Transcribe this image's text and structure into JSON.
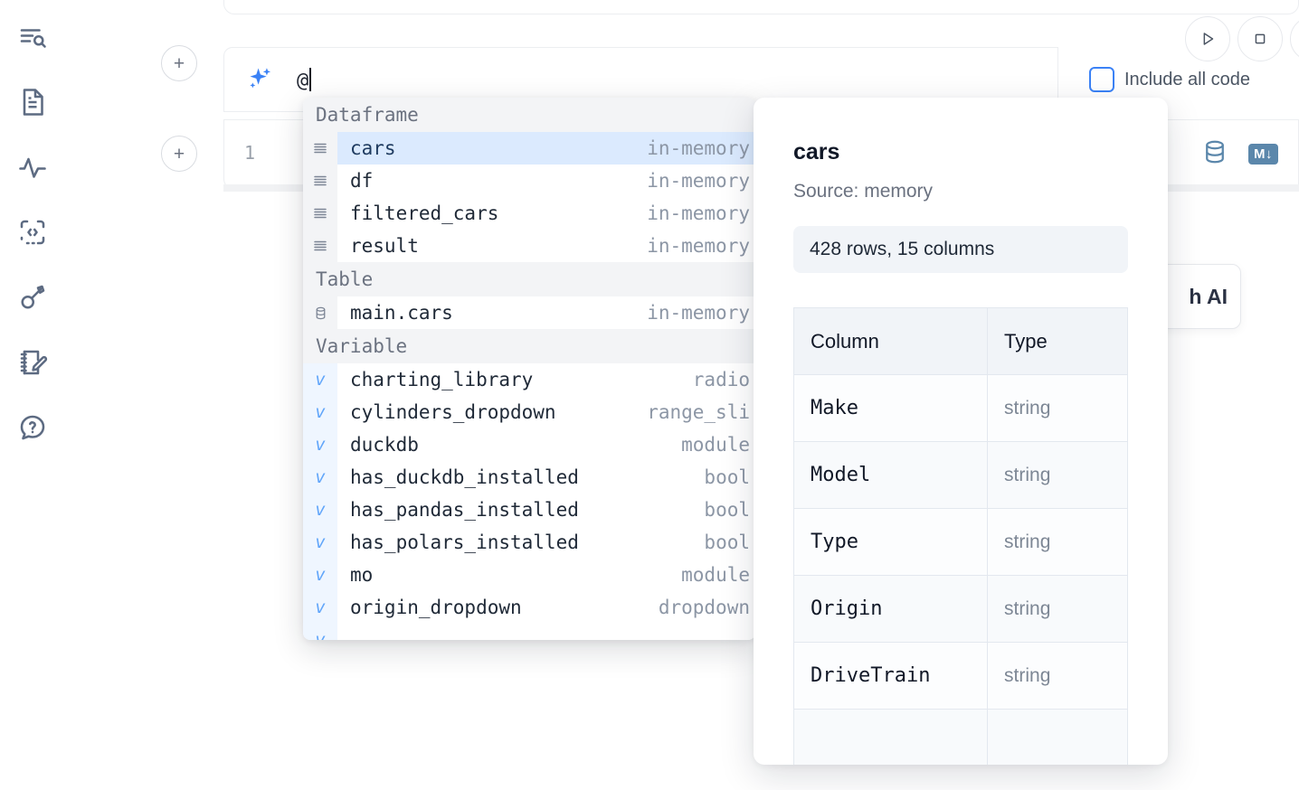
{
  "sidebar": {
    "items": [
      {
        "name": "outline-search-icon",
        "label": "Outline / Search"
      },
      {
        "name": "file-text-icon",
        "label": "Notebook file"
      },
      {
        "name": "activity-pulse-icon",
        "label": "Activity"
      },
      {
        "name": "code-snippet-icon",
        "label": "Snippets"
      },
      {
        "name": "key-icon",
        "label": "Secrets"
      },
      {
        "name": "scratchpad-edit-icon",
        "label": "Scratchpad"
      },
      {
        "name": "help-chat-icon",
        "label": "Help"
      }
    ]
  },
  "prompt": {
    "add_button_label": "+",
    "sparkle_icon": "ai-sparkle-icon",
    "text": "@",
    "include_all_code_label": "Include all code",
    "run_icon": "play-icon",
    "stop_icon": "stop-icon"
  },
  "code_cell": {
    "line_number": "1",
    "database_icon": "database-icon",
    "markdown_badge": "M↓"
  },
  "ai_panel": {
    "label": "h AI"
  },
  "autocomplete": {
    "groups": [
      {
        "label": "Dataframe",
        "icon": "dataframe-rows-icon",
        "items": [
          {
            "name": "cars",
            "type": "in-memory",
            "selected": true
          },
          {
            "name": "df",
            "type": "in-memory",
            "selected": false
          },
          {
            "name": "filtered_cars",
            "type": "in-memory",
            "selected": false
          },
          {
            "name": "result",
            "type": "in-memory",
            "selected": false
          }
        ]
      },
      {
        "label": "Table",
        "icon": "database-icon",
        "items": [
          {
            "name": "main.cars",
            "type": "in-memory",
            "selected": false
          }
        ]
      },
      {
        "label": "Variable",
        "icon": "variable-icon",
        "items": [
          {
            "name": "charting_library",
            "type": "radio",
            "selected": false
          },
          {
            "name": "cylinders_dropdown",
            "type": "range_sli",
            "selected": false
          },
          {
            "name": "duckdb",
            "type": "module",
            "selected": false
          },
          {
            "name": "has_duckdb_installed",
            "type": "bool",
            "selected": false
          },
          {
            "name": "has_pandas_installed",
            "type": "bool",
            "selected": false
          },
          {
            "name": "has_polars_installed",
            "type": "bool",
            "selected": false
          },
          {
            "name": "mo",
            "type": "module",
            "selected": false
          },
          {
            "name": "origin_dropdown",
            "type": "dropdown",
            "selected": false
          }
        ]
      }
    ]
  },
  "preview": {
    "title": "cars",
    "source": "Source: memory",
    "stats": "428 rows, 15 columns",
    "table": {
      "headers": [
        "Column",
        "Type"
      ],
      "rows": [
        [
          "Make",
          "string"
        ],
        [
          "Model",
          "string"
        ],
        [
          "Type",
          "string"
        ],
        [
          "Origin",
          "string"
        ],
        [
          "DriveTrain",
          "string"
        ]
      ]
    }
  },
  "colors": {
    "accent_blue": "#3b82f6",
    "selected_row_bg": "#dbeafe",
    "steel_blue": "#5b87ab",
    "muted_text": "#8c96a5"
  }
}
